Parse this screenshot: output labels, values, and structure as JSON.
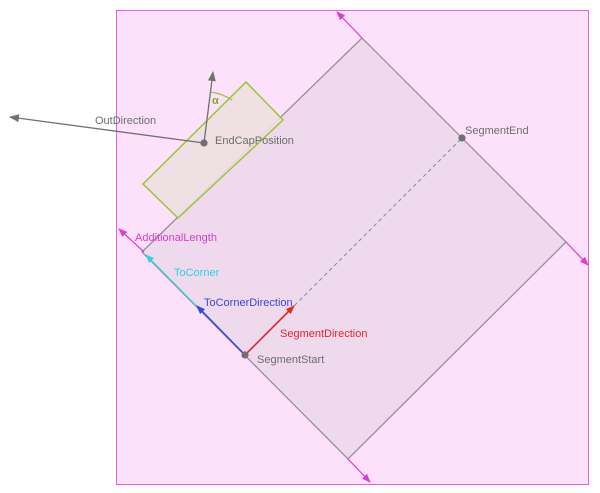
{
  "labels": {
    "out_direction": "OutDirection",
    "end_cap_position": "EndCapPosition",
    "alpha": "α",
    "segment_end": "SegmentEnd",
    "additional_length": "AdditionalLength",
    "to_corner": "ToCorner",
    "to_corner_direction": "ToCornerDirection",
    "segment_direction": "SegmentDirection",
    "segment_start": "SegmentStart"
  },
  "colors": {
    "outer_fill": "#fde1fb",
    "outer_stroke": "#e85ee0",
    "segment_fill": "#efd9ec",
    "segment_stroke": "#9a8e97",
    "endcap_fill": "#ede0e0",
    "endcap_stroke": "#9bc43a",
    "gray_vector": "#707070",
    "magenta": "#dc3ad0",
    "cyan": "#2fd2e6",
    "blue": "#3848d8",
    "red": "#e02828",
    "point": "#707070",
    "label_gray": "#6d6d6d"
  }
}
